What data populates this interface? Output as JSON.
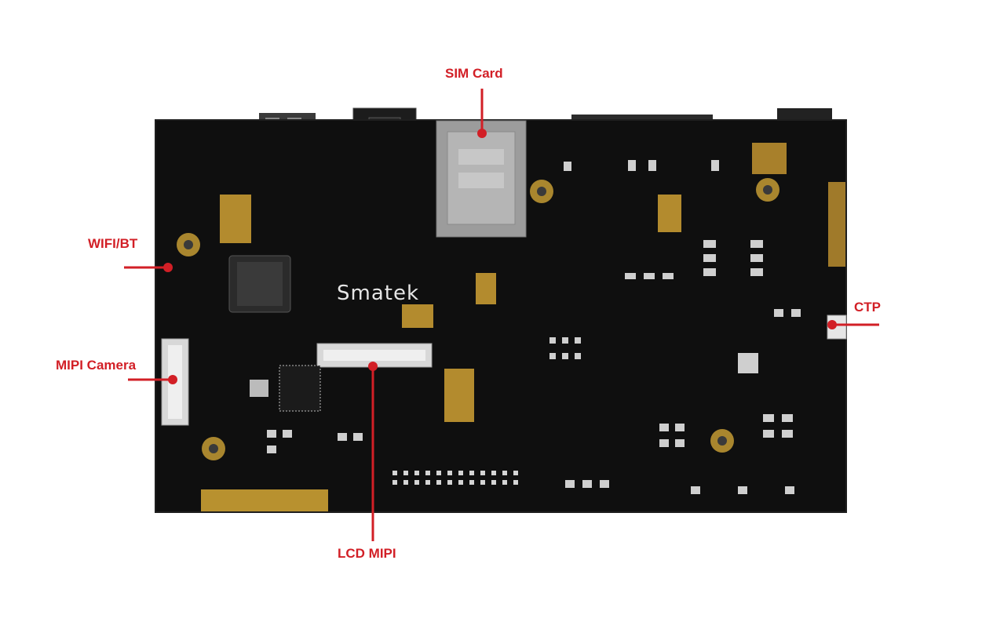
{
  "diagram": {
    "board_silkscreen": "Smatek",
    "callout_color": "#d21f26",
    "board_color": "#0f0f0f",
    "callouts": [
      {
        "id": "sim-card",
        "label": "SIM Card"
      },
      {
        "id": "wifi-bt",
        "label": "WIFI/BT"
      },
      {
        "id": "mipi-camera",
        "label": "MIPI Camera"
      },
      {
        "id": "lcd-mipi",
        "label": "LCD MIPI"
      },
      {
        "id": "ctp",
        "label": "CTP"
      }
    ]
  }
}
